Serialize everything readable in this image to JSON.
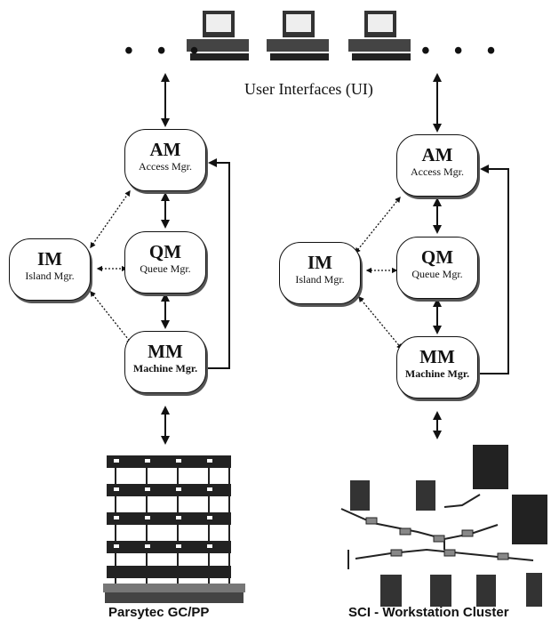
{
  "ui_label": "User Interfaces (UI)",
  "dots": "• • •",
  "left": {
    "am": {
      "abbr": "AM",
      "full": "Access Mgr."
    },
    "qm": {
      "abbr": "QM",
      "full": "Queue Mgr."
    },
    "mm": {
      "abbr": "MM",
      "full": "Machine Mgr."
    },
    "im": {
      "abbr": "IM",
      "full": "Island Mgr."
    },
    "caption": "Parsytec GC/PP"
  },
  "right": {
    "am": {
      "abbr": "AM",
      "full": "Access Mgr."
    },
    "qm": {
      "abbr": "QM",
      "full": "Queue Mgr."
    },
    "mm": {
      "abbr": "MM",
      "full": "Machine Mgr."
    },
    "im": {
      "abbr": "IM",
      "full": "Island Mgr."
    },
    "caption": "SCI - Workstation Cluster"
  },
  "icons": [
    "computer-icon",
    "parsytec-machine-icon",
    "workstation-cluster-icon"
  ]
}
